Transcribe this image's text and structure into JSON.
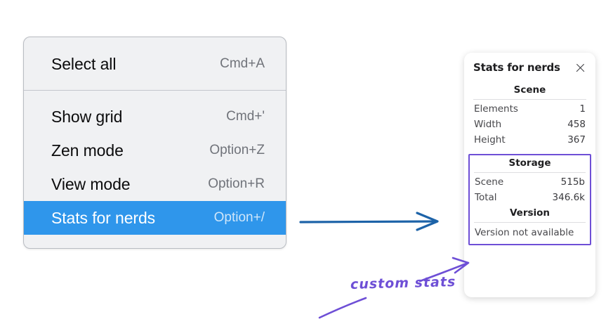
{
  "context_menu": {
    "name": "canvas-context-menu",
    "groups": [
      {
        "items": [
          {
            "label": "Select all",
            "shortcut": "Cmd+A",
            "selected": false
          }
        ]
      },
      {
        "items": [
          {
            "label": "Show grid",
            "shortcut": "Cmd+'",
            "selected": false
          },
          {
            "label": "Zen mode",
            "shortcut": "Option+Z",
            "selected": false
          },
          {
            "label": "View mode",
            "shortcut": "Option+R",
            "selected": false
          },
          {
            "label": "Stats for nerds",
            "shortcut": "Option+/",
            "selected": true
          }
        ]
      }
    ],
    "highlight_color": "#2f96eb",
    "background_color": "#f0f1f3"
  },
  "stats_panel": {
    "title": "Stats for nerds",
    "close_icon": "close-icon",
    "sections": [
      {
        "heading": "Scene",
        "rows": [
          {
            "label": "Elements",
            "value": "1"
          },
          {
            "label": "Width",
            "value": "458"
          },
          {
            "label": "Height",
            "value": "367"
          }
        ]
      },
      {
        "heading": "Storage",
        "rows": [
          {
            "label": "Scene",
            "value": "515b"
          },
          {
            "label": "Total",
            "value": "346.6k"
          }
        ]
      },
      {
        "heading": "Version",
        "single_line": "Version not available"
      }
    ]
  },
  "annotations": {
    "flow_arrow": {
      "name": "menu-to-panel-arrow",
      "color": "#1d63a8"
    },
    "custom_stats": {
      "label": "custom stats",
      "color": "#6e4fd6",
      "highlight_box_name": "custom-stats-highlight-box"
    }
  }
}
